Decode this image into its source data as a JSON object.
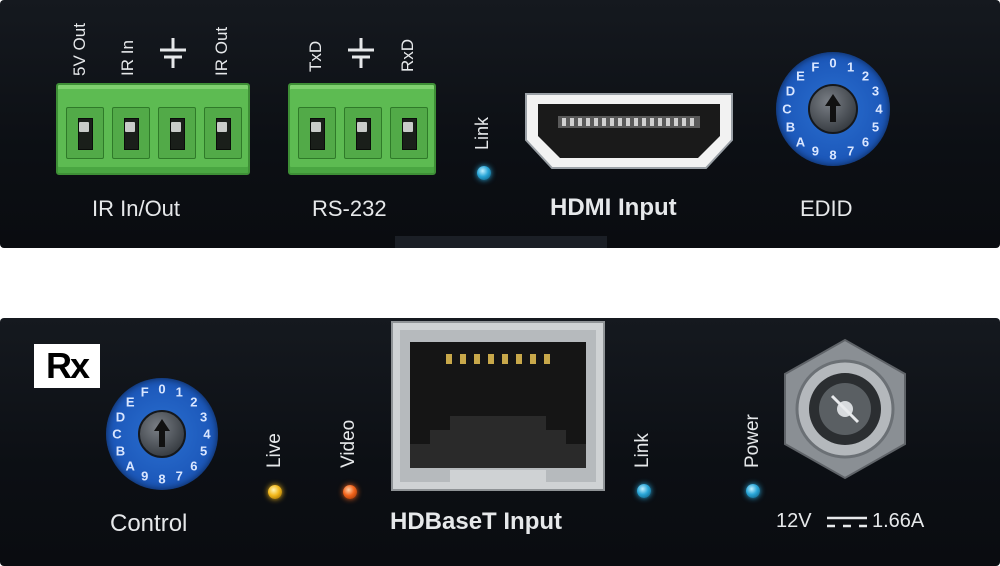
{
  "transmitter": {
    "ir_terminal_pins": [
      "5V Out",
      "IR In",
      "IR Out"
    ],
    "ground_symbol": "⊥",
    "ir_label": "IR In/Out",
    "rs232_pins": [
      "TxD",
      "RxD"
    ],
    "rs232_label": "RS-232",
    "link_led_label": "Link",
    "hdmi_label": "HDMI Input",
    "edid_label": "EDID",
    "edid_dial_chars": [
      "0",
      "1",
      "2",
      "3",
      "4",
      "5",
      "6",
      "7",
      "8",
      "9",
      "A",
      "B",
      "C",
      "D",
      "E",
      "F"
    ]
  },
  "receiver": {
    "logo_text": "Rx",
    "control_label": "Control",
    "control_dial_chars": [
      "0",
      "1",
      "2",
      "3",
      "4",
      "5",
      "6",
      "7",
      "8",
      "9",
      "A",
      "B",
      "C",
      "D",
      "E",
      "F"
    ],
    "live_label": "Live",
    "video_label": "Video",
    "hdbaset_label": "HDBaseT Input",
    "link_label": "Link",
    "power_label": "Power",
    "power_rating_volts": "12V",
    "power_rating_amps": "1.66A"
  },
  "colors": {
    "panel": "#0e1117",
    "terminal_green": "#5dbb52",
    "dial_blue": "#1b56b8",
    "led_blue": "#29a6d8",
    "led_yellow": "#f3b81b",
    "led_orange": "#f2641c"
  }
}
